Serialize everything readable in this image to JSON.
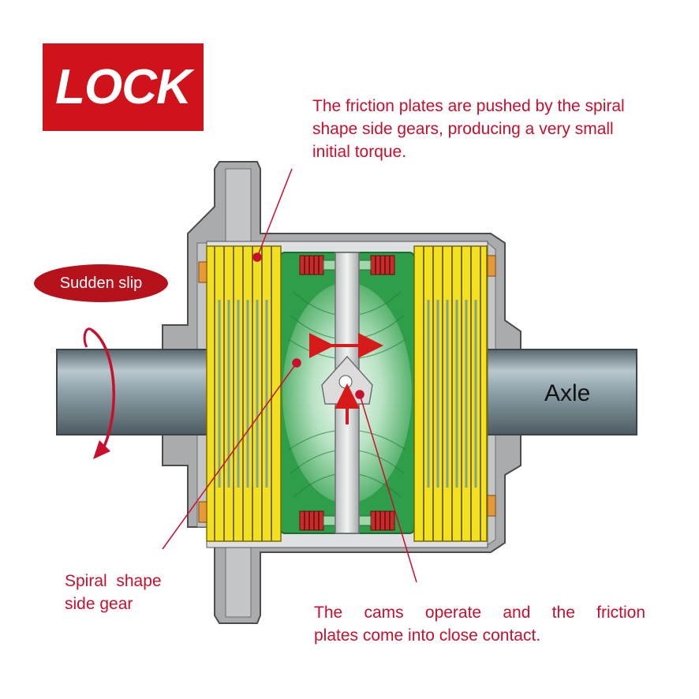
{
  "badge": {
    "label": "LOCK"
  },
  "slip_label": "Sudden slip",
  "axle_label": "Axle",
  "captions": {
    "friction_plates": "The friction plates are pushed by the spiral shape side gears, producing a very small initial torque.",
    "side_gear_line1": "Spiral  shape",
    "side_gear_line2": "side gear",
    "cams_line1": "The cams operate and the friction",
    "cams_line2": "plates come into close contact."
  },
  "colors": {
    "accent_red": "#c8102e",
    "badge_red": "#d0121b",
    "friction_plate_yellow": "#f2e021",
    "housing_gray": "#a9abad",
    "gear_green": "#2f9e4a",
    "axle_steel": "#7d9098"
  }
}
